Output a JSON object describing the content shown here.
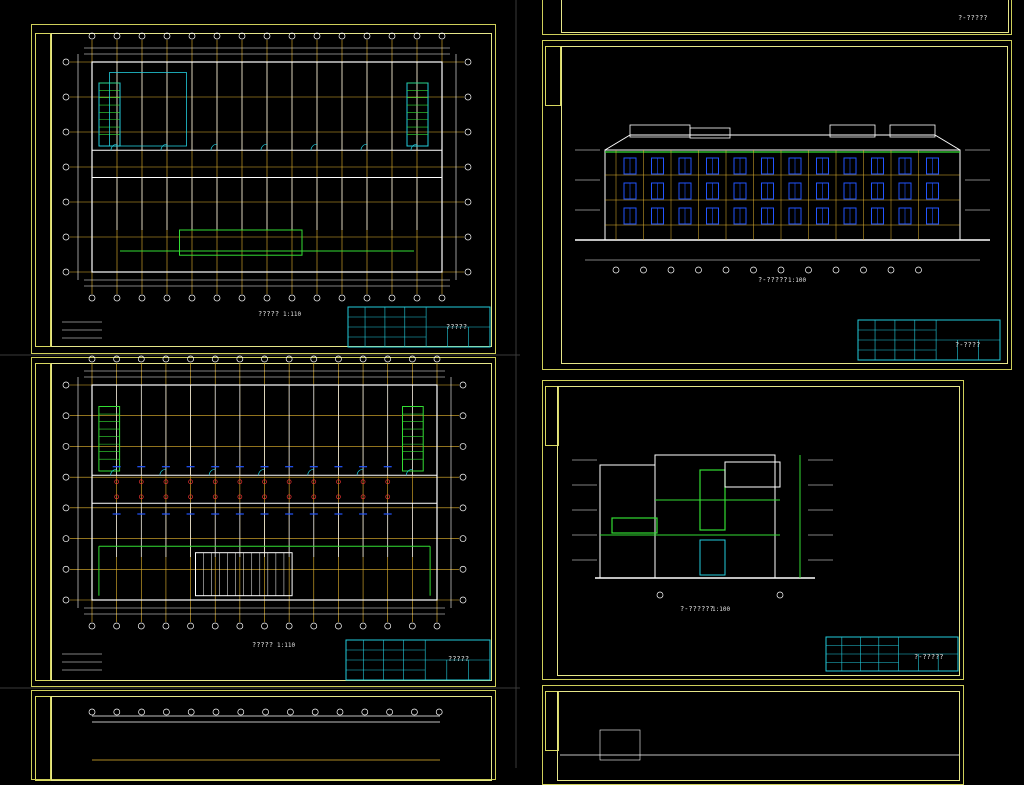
{
  "sheets": {
    "plan1": {
      "caption": "?????",
      "scale": "1:110",
      "titleblock_name": "?????"
    },
    "plan2": {
      "caption": "?????",
      "scale": "1:110",
      "titleblock_name": "?????"
    },
    "elev1": {
      "caption": "?-?????",
      "scale": "1:100",
      "titleblock_name": "?-????"
    },
    "sect1": {
      "caption": "?-??????",
      "scale": "1:100",
      "titleblock_name": "?-?????"
    },
    "top_tb": {
      "titleblock_name": "?-?????"
    }
  },
  "colors": {
    "sheet_border": "#cfcf5a",
    "grid_line": "#e8b830",
    "wall": "#ffffff",
    "green": "#33dd33",
    "cyan": "#22ccdd",
    "window_blue": "#2255ff",
    "red": "#ee3333"
  }
}
